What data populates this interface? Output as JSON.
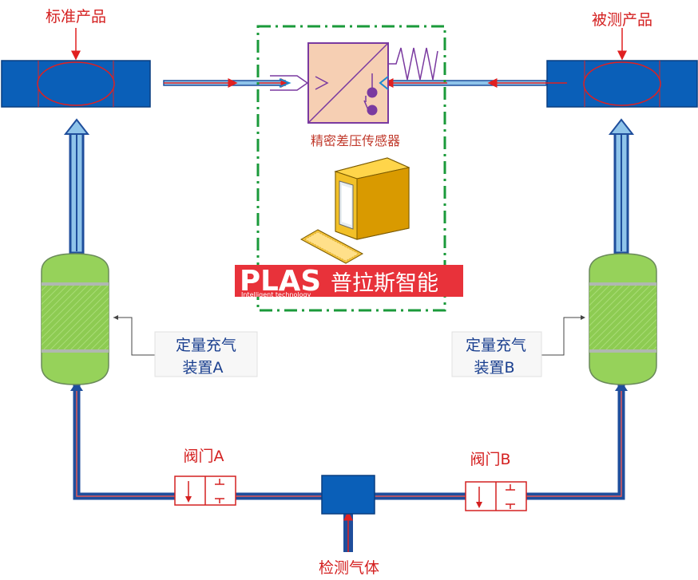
{
  "labels": {
    "standard_product": "标准产品",
    "tested_product": "被测产品",
    "sensor": "精密差压传感器",
    "charge_a_line1": "定量充气",
    "charge_a_line2": "装置A",
    "charge_b_line1": "定量充气",
    "charge_b_line2": "装置B",
    "valve_a": "阀门A",
    "valve_b": "阀门B",
    "test_gas": "检测气体"
  },
  "logo": {
    "brand": "PLAS",
    "tagline": "Intelligent technology",
    "cn_name": "普拉斯智能"
  },
  "colors": {
    "pipe_blue": "#1f4e9c",
    "pipe_light": "#8fc4ea",
    "arrow_red": "#e02020",
    "component_blue": "#0a5fb8",
    "tank_green": "#96d25a",
    "dash_green": "#1a9a3a",
    "sensor_fill": "#f6cfb3",
    "sensor_border": "#7a3aa0",
    "valve_red": "#d42020",
    "logo_red": "#e8323a"
  }
}
